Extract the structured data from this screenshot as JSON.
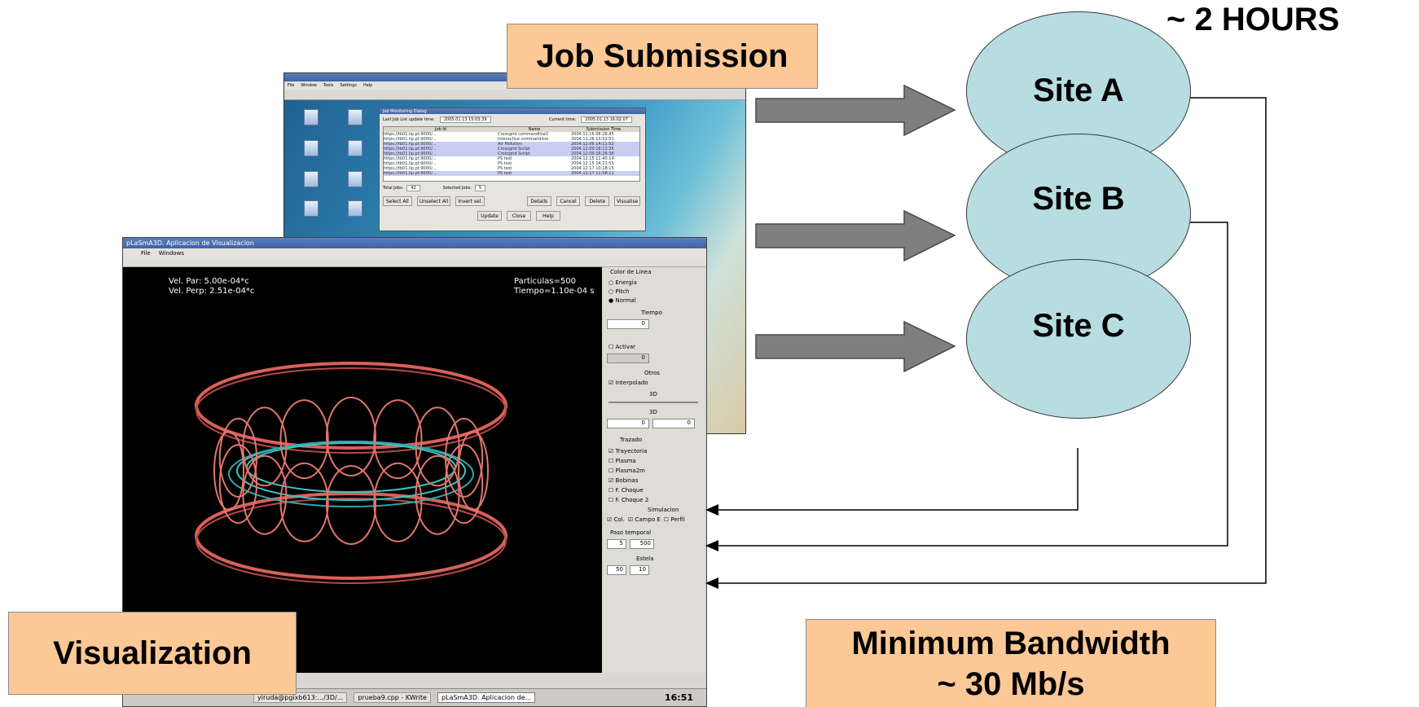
{
  "job_submission": {
    "label": "Job Submission",
    "window": {
      "menu": [
        "File",
        "Window",
        "Tools",
        "Settings",
        "Help"
      ],
      "dialog_title": "Job Monitoring Dialog",
      "last_update_label": "Last Job List update time:",
      "last_update_value": "2005.01.13 15:03:39",
      "current_time_label": "Current time:",
      "current_time_value": "2005.01.13 16:02:07",
      "columns": [
        "Job Id",
        "Name",
        "Submission Time"
      ],
      "rows": [
        [
          "https://tb01.lip.pt:9000/...",
          "Crossgrid commandline1",
          "2004.11.16 08:28:45"
        ],
        [
          "https://tb01.lip.pt:9000/...",
          "Interactive commandline",
          "2004.11.26 13:52:51"
        ],
        [
          "https://tb01.lip.pt:9000/...",
          "Air Pollution",
          "2004.12.06 14:11:52"
        ],
        [
          "https://tb01.lip.pt:9000/...",
          "Crossgrid Script",
          "2004.12.09 16:12:35"
        ],
        [
          "https://tb01.lip.pt:9000/...",
          "Crossgrid Script",
          "2004.12.09 16:26:38"
        ],
        [
          "https://tb01.lip.pt:9000/...",
          "PS test",
          "2004.12.15 11:40:14"
        ],
        [
          "https://tb01.lip.pt:9000/...",
          "PS test",
          "2004.12.15 14:21:55"
        ],
        [
          "https://tb01.lip.pt:9000/...",
          "PS test",
          "2004.12.17 10:18:15"
        ],
        [
          "https://tb01.lip.pt:9000/...",
          "PS test",
          "2004.12.17 11:58:11"
        ]
      ],
      "total_jobs_label": "Total Jobs:",
      "total_jobs_value": "42",
      "selected_jobs_label": "Selected Jobs:",
      "selected_jobs_value": "5",
      "buttons_row1": [
        "Select All",
        "Unselect All",
        "Invert sel.",
        "Details",
        "Cancel",
        "Delete",
        "Visualise"
      ],
      "buttons_row2": [
        "Update",
        "Close",
        "Help"
      ]
    }
  },
  "visualization": {
    "label": "Visualization",
    "window": {
      "title": "pLaSmA3D. Aplicacion de Visualizacion",
      "menu": [
        "File",
        "Windows"
      ],
      "vel_par": "Vel. Par: 5.00e-04*c",
      "vel_perp": "Vel. Perp: 2.51e-04*c",
      "particulas": "Particulas=500",
      "tiempo": "Tiempo=1.10e-04 s",
      "panel": {
        "color_linea_title": "Color de Linea",
        "color_options": [
          "Energia",
          "Pitch",
          "Normal"
        ],
        "tiempo_title": "Tiempo",
        "tiempo_value": "0",
        "activar": "Activar",
        "activar_value": "0",
        "otros_title": "Otros",
        "interpolado": "Interpolado",
        "3d_title": "3D",
        "3d_title2": "3D",
        "3d_values": [
          "0",
          "0"
        ],
        "trazado_title": "Trazado",
        "trazado_options": [
          "Trayectoria",
          "Plasma",
          "Plasma2m",
          "Bobinas",
          "F. Choque",
          "F. Choque 2"
        ],
        "simulacion_title": "Simulacion",
        "simulacion_options": [
          "Col.",
          "Campo E",
          "Perfil"
        ],
        "paso_title": "Paso temporal",
        "paso_values": [
          "5",
          "500"
        ],
        "estela_title": "Estela",
        "estela_values": [
          "50",
          "10"
        ]
      }
    },
    "taskbar": {
      "items": [
        "yiruda@pgixb613:.../3D/...",
        "prueba9.cpp - KWrite",
        "pLaSmA3D. Aplicacion de..."
      ],
      "clock": "16:51"
    }
  },
  "sites": [
    "Site A",
    "Site B",
    "Site C"
  ],
  "duration": "~ 2 HOURS",
  "bandwidth": {
    "line1": "Minimum Bandwidth",
    "line2": "~ 30 Mb/s"
  },
  "colors": {
    "label_fill": "#fcc896",
    "site_fill": "#b7dde1",
    "arrow_fill": "#7f7f7f"
  }
}
